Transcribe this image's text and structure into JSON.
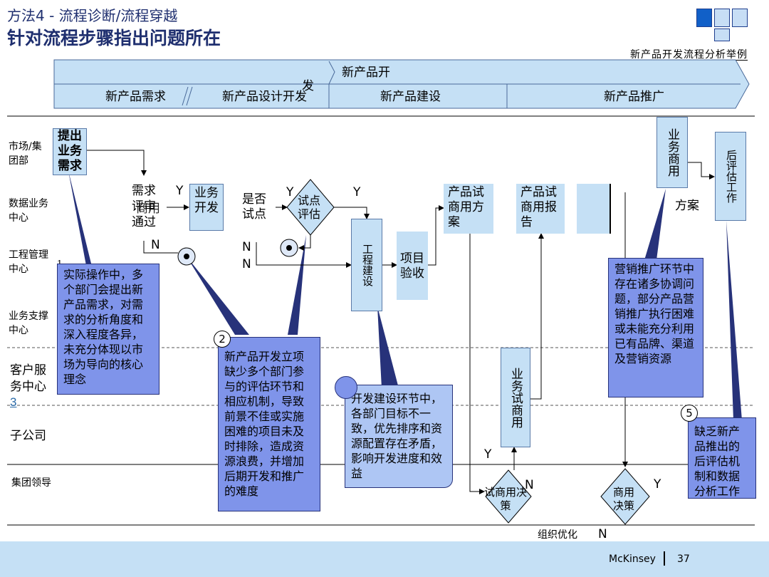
{
  "header": {
    "method": "方法4 - 流程诊断/流程穿越",
    "title": "针对流程步骤指出问题所在",
    "subtitle": "新产品开发流程分析举例"
  },
  "phases": {
    "top_label": "新产品开",
    "fa_char": "发",
    "items": [
      "新产品需求",
      "新产品设计开发",
      "新产品建设",
      "新产品推广"
    ]
  },
  "lanes": {
    "market": "市场/集团部",
    "data": "数据业务中心",
    "engineering": "工程管理中心",
    "engineering_num": "1",
    "support": "业务支撑中心",
    "customer": "客户服务中心",
    "customer_num": "3",
    "subsidiary": "子公司",
    "group": "集团领导"
  },
  "nodes": {
    "raise_req": "提出业务需求",
    "req_pass_1": "需求",
    "req_pass_2": "评审",
    "req_pass_3": "通过",
    "req_overlap": "商用",
    "biz_dev": "业务开发",
    "is_pilot": "是否试点",
    "pilot_eval": "试点评估",
    "eng_build": "工程建设",
    "accept": "项目验收",
    "trial_plan": "产品试商用方案",
    "trial_report": "产品试商用报告",
    "market_commercial": "业务商用",
    "post_eval": "后评估工作",
    "plan": "方案",
    "biz_trial": "业务试商用",
    "trial_decision": "试商用决策",
    "commercial_decision": "商用决策",
    "org_opt": "组织优化"
  },
  "flags": {
    "y": "Y",
    "n": "N"
  },
  "callouts": {
    "c1": "实际操作中，多个部门会提出新产品需求，对需求的分析角度和深入程度各异，未充分体现以市场为导向的核心理念",
    "c2_num": "2",
    "c2": "新产品开发立项缺少多个部门参与的评估环节和相应机制，导致前景不佳或实施困难的项目未及时排除，造成资源浪费，并增加后期开发和推广的难度",
    "c3": "开发建设环节中，各部门目标不一致，优先排序和资源配置存在矛盾，影响开发进度和效益",
    "c4": "营销推广环节中存在诸多协调问题，部分产品营销推广执行困难或未能充分利用已有品牌、渠道及营销资源",
    "c5_num": "5",
    "c5": "缺乏新产品推出的后评估机制和数据分析工作"
  },
  "footer": {
    "brand": "McKinsey",
    "page": "37"
  },
  "colors": {
    "box": "#c5e0f5",
    "callout": "#7f94ea",
    "callout_light": "#aec6f4",
    "title": "#1f2f6f"
  }
}
